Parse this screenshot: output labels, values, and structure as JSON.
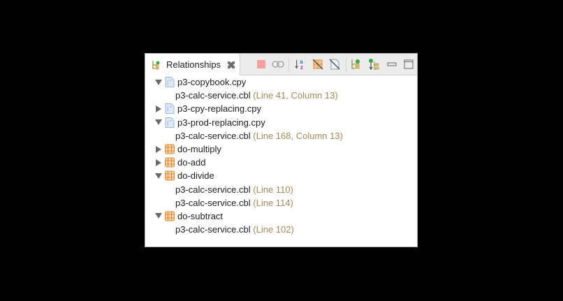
{
  "view": {
    "tab_title": "Relationships",
    "close_glyph": "✖",
    "toolbar": [
      {
        "name": "stop-icon",
        "label": "Stop",
        "enabled": false
      },
      {
        "name": "link-icon",
        "label": "Link with Editor",
        "enabled": false
      },
      {
        "name": "sort-az-icon",
        "label": "Sort"
      },
      {
        "name": "filter-paragraphs-icon",
        "label": "Hide Paragraphs"
      },
      {
        "name": "filter-copybooks-icon",
        "label": "Hide Copybooks"
      },
      {
        "name": "expand-tree-icon",
        "label": "Show Callers"
      },
      {
        "name": "expand-down-icon",
        "label": "Show Callees"
      },
      {
        "name": "minimize-icon",
        "label": "Minimize"
      },
      {
        "name": "maximize-icon",
        "label": "Maximize"
      }
    ]
  },
  "tree": [
    {
      "level": 0,
      "type": "copybook",
      "expanded": true,
      "label": "p3-copybook.cpy"
    },
    {
      "level": 1,
      "type": "ref",
      "label": "p3-calc-service.cbl",
      "loc": "(Line 41, Column 13)"
    },
    {
      "level": 0,
      "type": "copybook",
      "expanded": false,
      "label": "p3-cpy-replacing.cpy"
    },
    {
      "level": 0,
      "type": "copybook",
      "expanded": true,
      "label": "p3-prod-replacing.cpy"
    },
    {
      "level": 1,
      "type": "ref",
      "label": "p3-calc-service.cbl",
      "loc": "(Line 168, Column 13)"
    },
    {
      "level": 0,
      "type": "paragraph",
      "expanded": false,
      "label": "do-multiply"
    },
    {
      "level": 0,
      "type": "paragraph",
      "expanded": false,
      "label": "do-add"
    },
    {
      "level": 0,
      "type": "paragraph",
      "expanded": true,
      "label": "do-divide"
    },
    {
      "level": 1,
      "type": "ref",
      "label": "p3-calc-service.cbl",
      "loc": "(Line 110)"
    },
    {
      "level": 1,
      "type": "ref",
      "label": "p3-calc-service.cbl",
      "loc": "(Line 114)"
    },
    {
      "level": 0,
      "type": "paragraph",
      "expanded": true,
      "label": "do-subtract"
    },
    {
      "level": 1,
      "type": "ref",
      "label": "p3-calc-service.cbl",
      "loc": "(Line 102)"
    }
  ],
  "colors": {
    "location": "#a3895a",
    "paragraph_icon": "#d98a3d",
    "file_icon": "#9bb7dc"
  }
}
